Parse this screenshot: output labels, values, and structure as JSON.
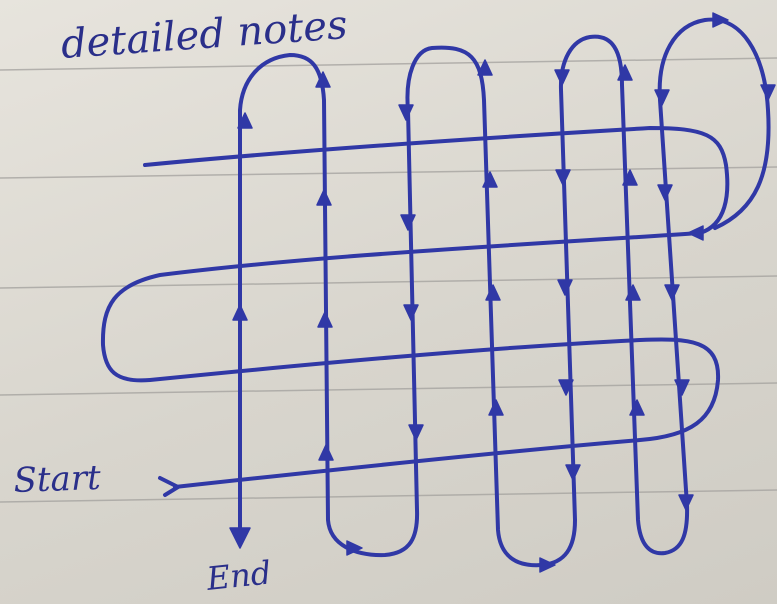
{
  "labels": {
    "title": "detailed notes",
    "start": "Start",
    "end": "End"
  },
  "colors": {
    "paper": "#dedbd4",
    "rule_line": "#a9a7a3",
    "ink": "#3038a6",
    "title_ink": "#2a2f8a"
  }
}
